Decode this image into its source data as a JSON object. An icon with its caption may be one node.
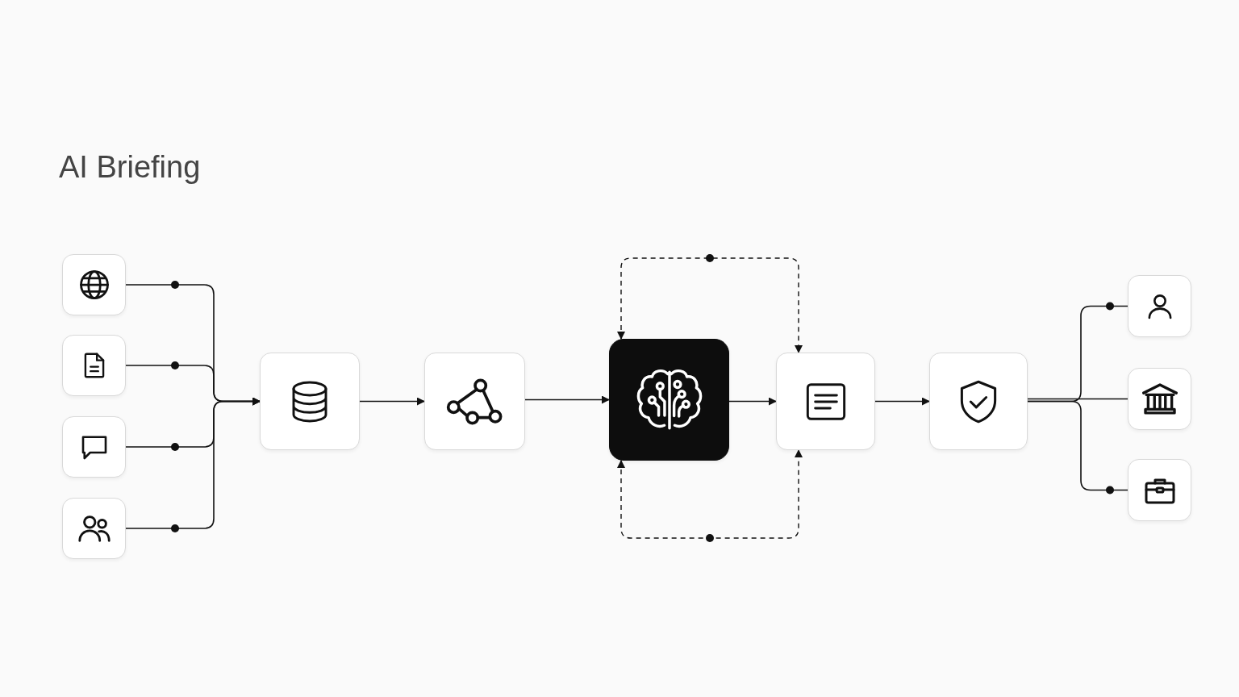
{
  "diagram": {
    "title": "AI Briefing",
    "nodes": [
      {
        "text": [],
        "shape": "box"
      },
      {
        "text": [],
        "shape": "box"
      },
      {
        "text": [],
        "shape": "box"
      },
      {
        "text": [],
        "shape": "box"
      },
      {
        "text": [],
        "shape": "box"
      },
      {
        "text": [],
        "shape": "box"
      },
      {
        "text": [],
        "shape": "box"
      },
      {
        "text": [],
        "shape": "box"
      },
      {
        "text": [],
        "shape": "box"
      },
      {
        "text": [],
        "shape": "box"
      },
      {
        "text": [],
        "shape": "box"
      },
      {
        "text": [],
        "shape": "box"
      }
    ],
    "edges": [
      {
        "from": 0,
        "to": 4,
        "arrow": "to"
      },
      {
        "from": 1,
        "to": 4,
        "arrow": "to"
      },
      {
        "from": 2,
        "to": 4,
        "arrow": "to"
      },
      {
        "from": 3,
        "to": 4,
        "arrow": "to"
      },
      {
        "from": 4,
        "to": 5,
        "arrow": "to"
      },
      {
        "from": 5,
        "to": 6,
        "arrow": "to"
      },
      {
        "from": 6,
        "to": 7,
        "arrow": "to"
      },
      {
        "from": 6,
        "to": 7,
        "arrow": "both",
        "style": "dashed"
      },
      {
        "from": 6,
        "to": 7,
        "arrow": "both",
        "style": "dashed"
      },
      {
        "from": 7,
        "to": 8,
        "arrow": "to"
      },
      {
        "from": 8,
        "to": 9,
        "arrow": "none"
      },
      {
        "from": 8,
        "to": 10,
        "arrow": "none"
      },
      {
        "from": 8,
        "to": 11,
        "arrow": "none"
      }
    ]
  }
}
